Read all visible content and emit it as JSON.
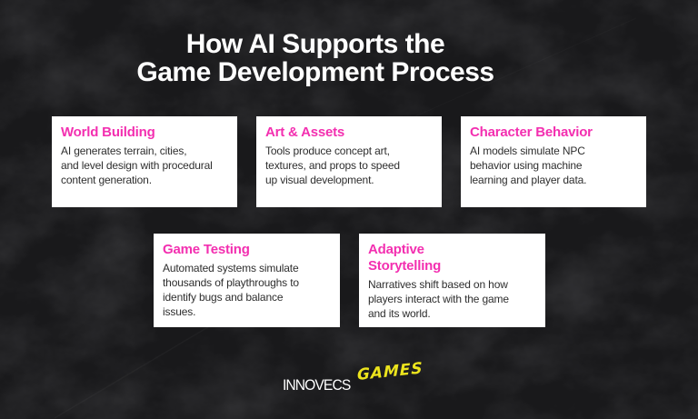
{
  "colors": {
    "background": "#19191b",
    "card_background": "#ffffff",
    "heading_pink": "#f32fb0",
    "body_text": "#2e2e2e",
    "title_text": "#ffffff",
    "logo_yellow": "#ece41d"
  },
  "title": "How AI Supports the\nGame Development Process",
  "cards": [
    {
      "heading": "World Building",
      "body": "AI generates terrain, cities,\nand level design with procedural\ncontent generation."
    },
    {
      "heading": "Art & Assets",
      "body": "Tools produce concept art,\ntextures, and props to speed\nup visual development."
    },
    {
      "heading": "Character Behavior",
      "body": "AI models simulate NPC\nbehavior using machine\nlearning and player data."
    },
    {
      "heading": "Game Testing",
      "body": "Automated systems simulate\nthousands of playthroughs to\nidentify bugs and balance\nissues."
    },
    {
      "heading": "Adaptive\nStorytelling",
      "body": "Narratives shift based on how\nplayers interact with the game\nand its world."
    }
  ],
  "logo": {
    "brand": "INNOVECS",
    "sub_brand": "GAMES"
  }
}
